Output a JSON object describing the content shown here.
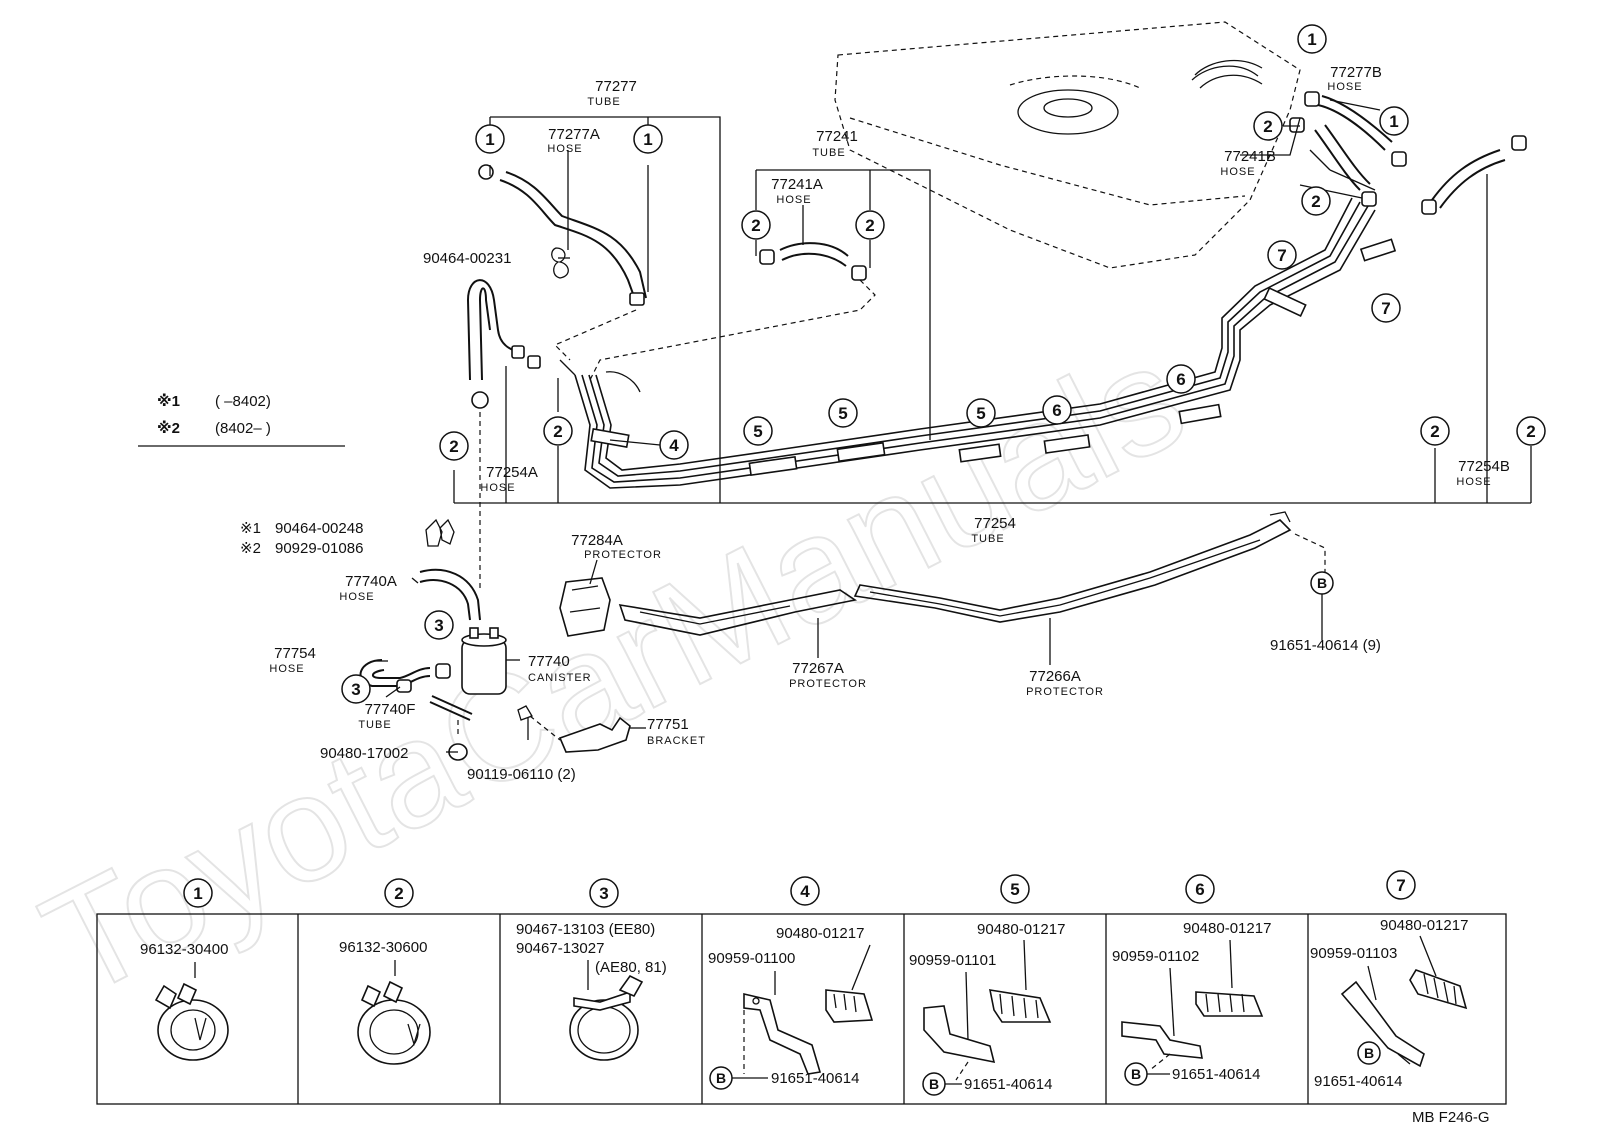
{
  "watermark": "ToyotaCarManuals",
  "drawing_code": "MB F246-G",
  "footnotes": [
    {
      "mark": "※1",
      "range": "(      –8402)"
    },
    {
      "mark": "※2",
      "range": "(8402–      )"
    }
  ],
  "labels": {
    "tube_77277": {
      "part": "77277",
      "type": "TUBE"
    },
    "hose_77277A": {
      "part": "77277A",
      "type": "HOSE"
    },
    "clip_90464_00231": {
      "part": "90464-00231"
    },
    "tube_77241": {
      "part": "77241",
      "type": "TUBE"
    },
    "hose_77241A": {
      "part": "77241A",
      "type": "HOSE"
    },
    "hose_77277B": {
      "part": "77277B",
      "type": "HOSE"
    },
    "hose_77241B": {
      "part": "77241B",
      "type": "HOSE"
    },
    "hose_77254A": {
      "part": "77254A",
      "type": "HOSE"
    },
    "tube_77254": {
      "part": "77254",
      "type": "TUBE"
    },
    "hose_77254B": {
      "part": "77254B",
      "type": "HOSE"
    },
    "clip_alt_1": {
      "mark": "※1",
      "part": "90464-00248"
    },
    "clip_alt_2": {
      "mark": "※2",
      "part": "90929-01086"
    },
    "hose_77740A": {
      "part": "77740A",
      "type": "HOSE"
    },
    "hose_77754": {
      "part": "77754",
      "type": "HOSE"
    },
    "canister_77740": {
      "part": "77740",
      "type": "CANISTER"
    },
    "tube_77740F": {
      "part": "77740F",
      "type": "TUBE"
    },
    "grommet_90480_17002": {
      "part": "90480-17002"
    },
    "bolt_90119_06110": {
      "part": "90119-06110 (2)"
    },
    "bracket_77751": {
      "part": "77751",
      "type": "BRACKET"
    },
    "protector_77284A": {
      "part": "77284A",
      "type": "PROTECTOR"
    },
    "protector_77267A": {
      "part": "77267A",
      "type": "PROTECTOR"
    },
    "protector_77266A": {
      "part": "77266A",
      "type": "PROTECTOR"
    },
    "bolt_91651_40614_9": {
      "part": "91651-40614 (9)"
    }
  },
  "callout_b": "B",
  "callouts": [
    "1",
    "2",
    "3",
    "4",
    "5",
    "6",
    "7"
  ],
  "detail_table": [
    {
      "num": "1",
      "parts": [
        "96132-30400"
      ]
    },
    {
      "num": "2",
      "parts": [
        "96132-30600"
      ]
    },
    {
      "num": "3",
      "parts": [
        "90467-13103 (EE80)",
        "90467-13027",
        "(AE80, 81)"
      ]
    },
    {
      "num": "4",
      "parts": [
        "90480-01217",
        "90959-01100",
        "91651-40614"
      ]
    },
    {
      "num": "5",
      "parts": [
        "90480-01217",
        "90959-01101",
        "91651-40614"
      ]
    },
    {
      "num": "6",
      "parts": [
        "90480-01217",
        "90959-01102",
        "91651-40614"
      ]
    },
    {
      "num": "7",
      "parts": [
        "90480-01217",
        "90959-01103",
        "91651-40614"
      ]
    }
  ]
}
